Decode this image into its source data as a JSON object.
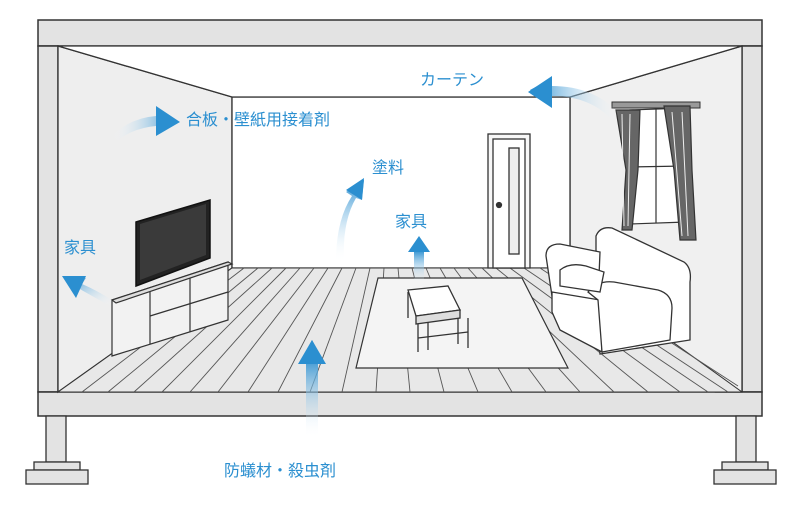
{
  "labels": {
    "plywood_wallpaper_adhesive": "合板・壁紙用接着剤",
    "curtain": "カーテン",
    "paint": "塗料",
    "furniture_center": "家具",
    "furniture_left": "家具",
    "termiticide_insecticide": "防蟻材・殺虫剤"
  },
  "colors": {
    "label_text": "#2b8fd0",
    "arrow_light": "#dcedf9",
    "arrow_dark": "#2b8fd0",
    "line": "#333333",
    "room_gray": "#eeeeee",
    "frame_gray": "#e3e3e3"
  }
}
